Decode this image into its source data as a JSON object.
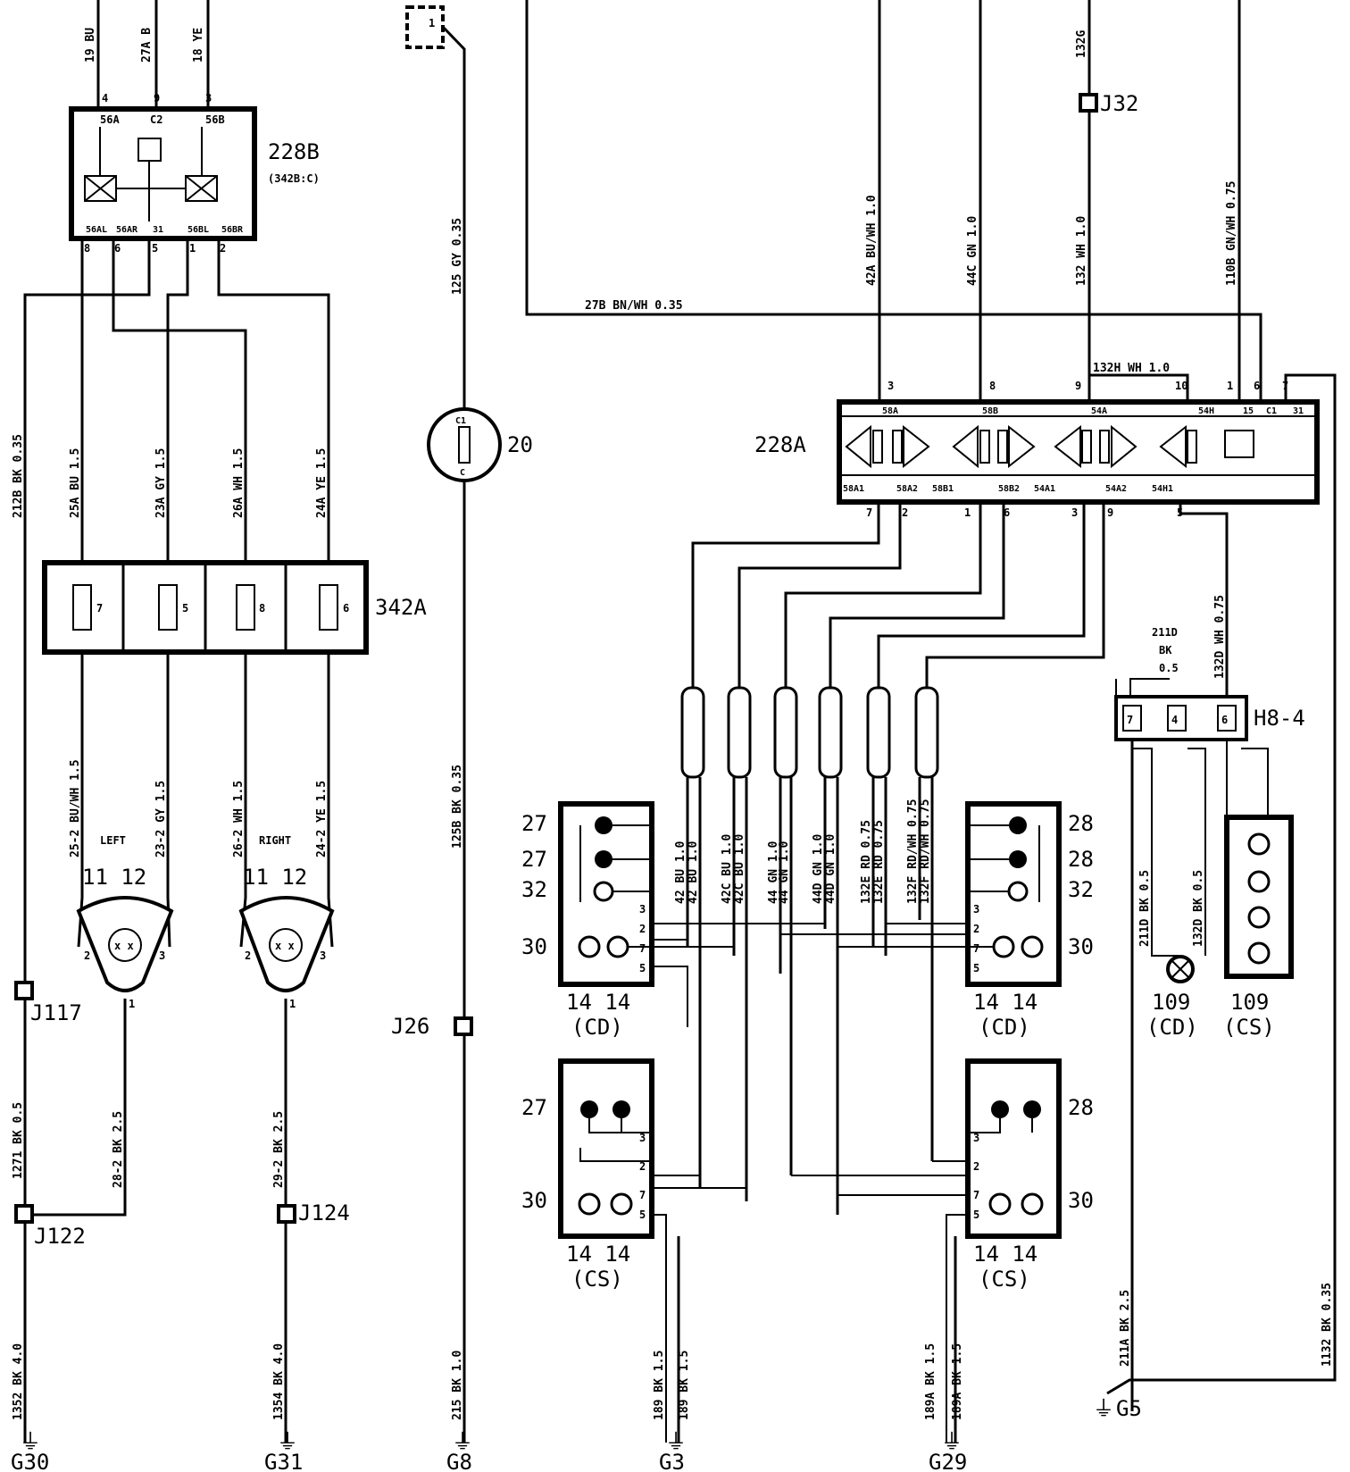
{
  "components": {
    "relay_228b": {
      "id": "228B",
      "sub": "(342B:C)",
      "pins_top": [
        "4",
        "9",
        "3"
      ],
      "pin_names_top": [
        "56A",
        "C2",
        "56B"
      ],
      "pins_bottom": [
        "8",
        "6",
        "5",
        "1",
        "2"
      ],
      "pin_names_bottom": [
        "56AL",
        "56AR",
        "31",
        "56BL",
        "56BR"
      ]
    },
    "fuse_342a": {
      "id": "342A",
      "fuses": [
        "7",
        "5",
        "8",
        "6"
      ]
    },
    "relay_228a": {
      "id": "228A",
      "pins_top": [
        "3",
        "8",
        "9",
        "10",
        "1",
        "6",
        "7"
      ],
      "pin_names_top": [
        "58A",
        "58B",
        "54A",
        "54H",
        "15",
        "C1",
        "31"
      ],
      "pins_bottom": [
        "7",
        "2",
        "1",
        "6",
        "3",
        "9",
        "5"
      ],
      "pin_names_bottom": [
        "58A1",
        "58A2",
        "58B1",
        "58B2",
        "54A1",
        "54A2",
        "54H1"
      ]
    },
    "connector_h84": {
      "id": "H8-4",
      "pins": [
        "7",
        "4",
        "6"
      ]
    },
    "lamp_20": {
      "id": "20",
      "pin_top": "C1",
      "pin_bottom": "C"
    },
    "connector_1": {
      "id": "1"
    },
    "headlamp_left": {
      "label": "LEFT",
      "ids": "11 12",
      "pins": [
        "2",
        "3",
        "1"
      ]
    },
    "headlamp_right": {
      "label": "RIGHT",
      "ids": "11 12",
      "pins": [
        "2",
        "3",
        "1"
      ]
    },
    "rear_cd_left": {
      "ids": "14 14",
      "variant": "(CD)",
      "labels": [
        "27",
        "27",
        "32",
        "30"
      ],
      "pins": [
        "3",
        "2",
        "7",
        "5"
      ]
    },
    "rear_cd_right": {
      "ids": "14 14",
      "variant": "(CD)",
      "labels": [
        "28",
        "28",
        "32",
        "30"
      ],
      "pins": [
        "3",
        "2",
        "7",
        "5"
      ]
    },
    "rear_cs_left": {
      "ids": "14 14",
      "variant": "(CS)",
      "labels": [
        "27",
        "30"
      ],
      "pins": [
        "3",
        "2",
        "7",
        "5"
      ]
    },
    "rear_cs_right": {
      "ids": "14 14",
      "variant": "(CS)",
      "labels": [
        "28",
        "30"
      ],
      "pins": [
        "3",
        "2",
        "7",
        "5"
      ]
    },
    "plate_cd": {
      "id": "109",
      "variant": "(CD)"
    },
    "plate_cs": {
      "id": "109",
      "variant": "(CS)"
    }
  },
  "splices": {
    "j32": "J32",
    "j117": "J117",
    "j122": "J122",
    "j124": "J124",
    "j26": "J26"
  },
  "grounds": {
    "g30": "G30",
    "g31": "G31",
    "g8": "G8",
    "g3": "G3",
    "g29": "G29",
    "g5": "G5"
  },
  "wires": {
    "w19": "19 BU",
    "w27a": "27A B",
    "w18": "18 YE",
    "w212b": "212B BK 0.35",
    "w25a": "25A BU 1.5",
    "w23a": "23A GY 1.5",
    "w26a": "26A WH 1.5",
    "w24a": "24A YE 1.5",
    "w25_2": "25-2 BU/WH 1.5",
    "w23_2": "23-2 GY 1.5",
    "w26_2": "26-2 WH 1.5",
    "w24_2": "24-2 YE 1.5",
    "w1271": "1271 BK 0.5",
    "w28_2": "28-2 BK 2.5",
    "w29_2": "29-2 BK 2.5",
    "w1352": "1352 BK 4.0",
    "w1354": "1354 BK 4.0",
    "w125": "125 GY 0.35",
    "w125b": "125B BK 0.35",
    "w215": "215 BK 1.0",
    "w27b": "27B BN/WH 0.35",
    "w42a": "42A BU/WH 1.0",
    "w44c": "44C GN 1.0",
    "w132": "132 WH 1.0",
    "w132g": "132G",
    "w110b": "110B GN/WH 0.75",
    "w132h": "132H WH 1.0",
    "w132d_top": "132D WH 0.75",
    "w211d": "211D",
    "w211d_bk": "BK",
    "w211d_size": "0.5",
    "w42": "42 BU 1.0",
    "w42b": "42 BU 1.0",
    "w42c": "42C BU 1.0",
    "w42c2": "42C BU 1.0",
    "w44": "44 GN 1.0",
    "w44b": "44 GN 1.0",
    "w44d": "44D GN 1.0",
    "w44d2": "44D GN 1.0",
    "w132e": "132E RD 0.75",
    "w132e2": "132E RD 0.75",
    "w132f": "132F RD/WH 0.75",
    "w132f2": "132F RD/WH 0.75",
    "w211d_b": "211D BK 0.5",
    "w132d_b": "132D BK 0.5",
    "w189": "189 BK 1.5",
    "w189b": "189 BK 1.5",
    "w189a": "189A BK 1.5",
    "w189a2": "189A BK 1.5",
    "w211a": "211A BK 2.5",
    "w1132": "1132 BK 0.35"
  }
}
